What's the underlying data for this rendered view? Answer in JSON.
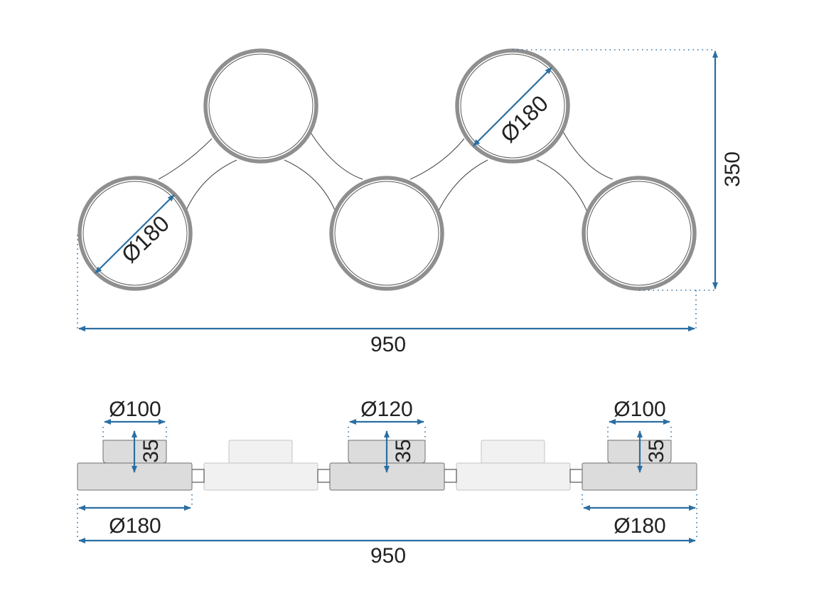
{
  "top_view": {
    "ring_diameter_left": "Ø180",
    "ring_diameter_right": "Ø180",
    "height": "350",
    "width": "950"
  },
  "side_view": {
    "shade_left": "Ø100",
    "shade_center": "Ø120",
    "shade_right": "Ø100",
    "depth_left": "35",
    "depth_center": "35",
    "depth_right": "35",
    "base_left": "Ø180",
    "base_right": "Ø180",
    "width": "950"
  },
  "colors": {
    "dimension_line": "#2a6fa3",
    "ring": "#8f8f8f",
    "base": "#dcdcdc",
    "arm_plate": "#f1f1f1"
  }
}
